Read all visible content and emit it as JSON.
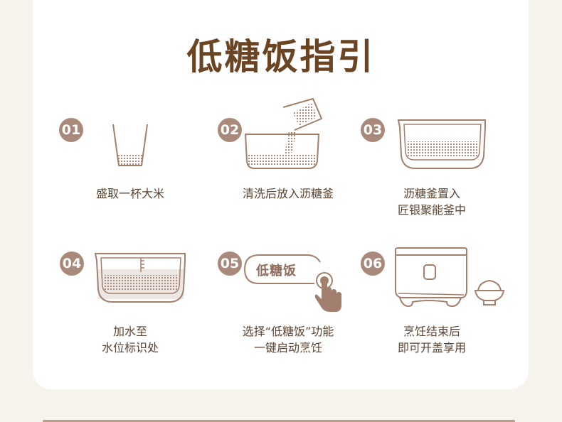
{
  "title": "低糖饭指引",
  "colors": {
    "background": "#f6f2ec",
    "card": "#ffffff",
    "title": "#6b4422",
    "badge": "#a98a7a",
    "illustration_stroke": "#a3806e",
    "caption": "#5a4330"
  },
  "steps": [
    {
      "number": "01",
      "icon": "rice-cup-icon",
      "lines": [
        "盛取一杯大米"
      ]
    },
    {
      "number": "02",
      "icon": "pour-rice-into-basket-icon",
      "lines": [
        "清洗后放入沥糖釜"
      ]
    },
    {
      "number": "03",
      "icon": "basket-in-pot-icon",
      "lines": [
        "沥糖釜置入",
        "匠银聚能釜中"
      ]
    },
    {
      "number": "04",
      "icon": "water-level-pot-icon",
      "lines": [
        "加水至",
        "水位标识处"
      ]
    },
    {
      "number": "05",
      "icon": "press-button-icon",
      "button_label": "低糖饭",
      "lines": [
        "选择“低糖饭”功能",
        "一键启动烹饪"
      ]
    },
    {
      "number": "06",
      "icon": "rice-cooker-bowl-icon",
      "lines": [
        "烹饪结束后",
        "即可开盖享用"
      ]
    }
  ]
}
